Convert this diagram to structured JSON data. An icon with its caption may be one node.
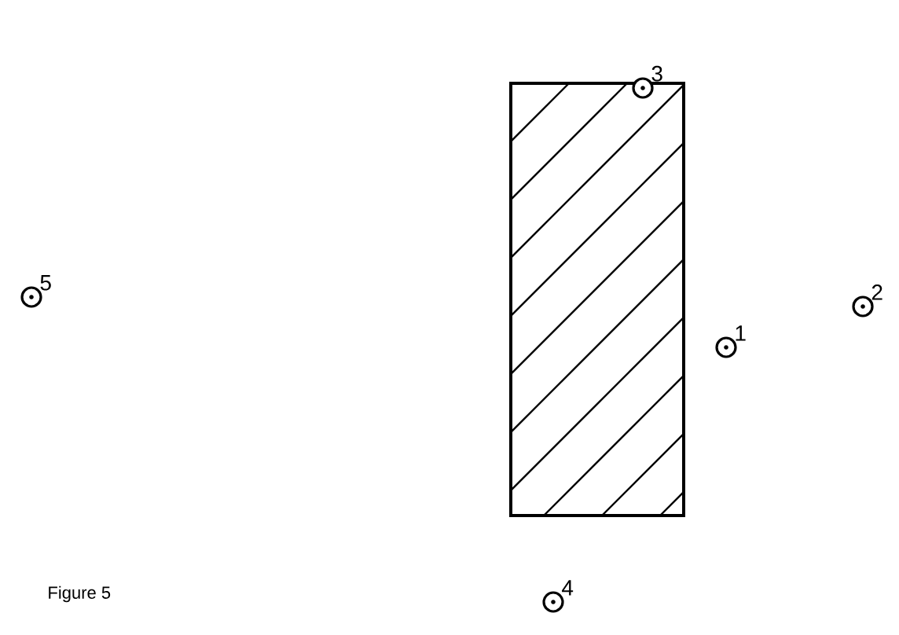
{
  "diagram": {
    "caption": "Figure 5",
    "nodes": [
      {
        "text": [],
        "shape": "circle",
        "beside": [
          "3"
        ]
      },
      {
        "text": [],
        "shape": "circle",
        "beside": [
          "5"
        ]
      },
      {
        "text": [],
        "shape": "circle",
        "beside": [
          "2"
        ]
      },
      {
        "text": [],
        "shape": "circle",
        "beside": [
          "1"
        ]
      },
      {
        "text": [],
        "shape": "circle",
        "beside": [
          "4"
        ]
      }
    ]
  }
}
